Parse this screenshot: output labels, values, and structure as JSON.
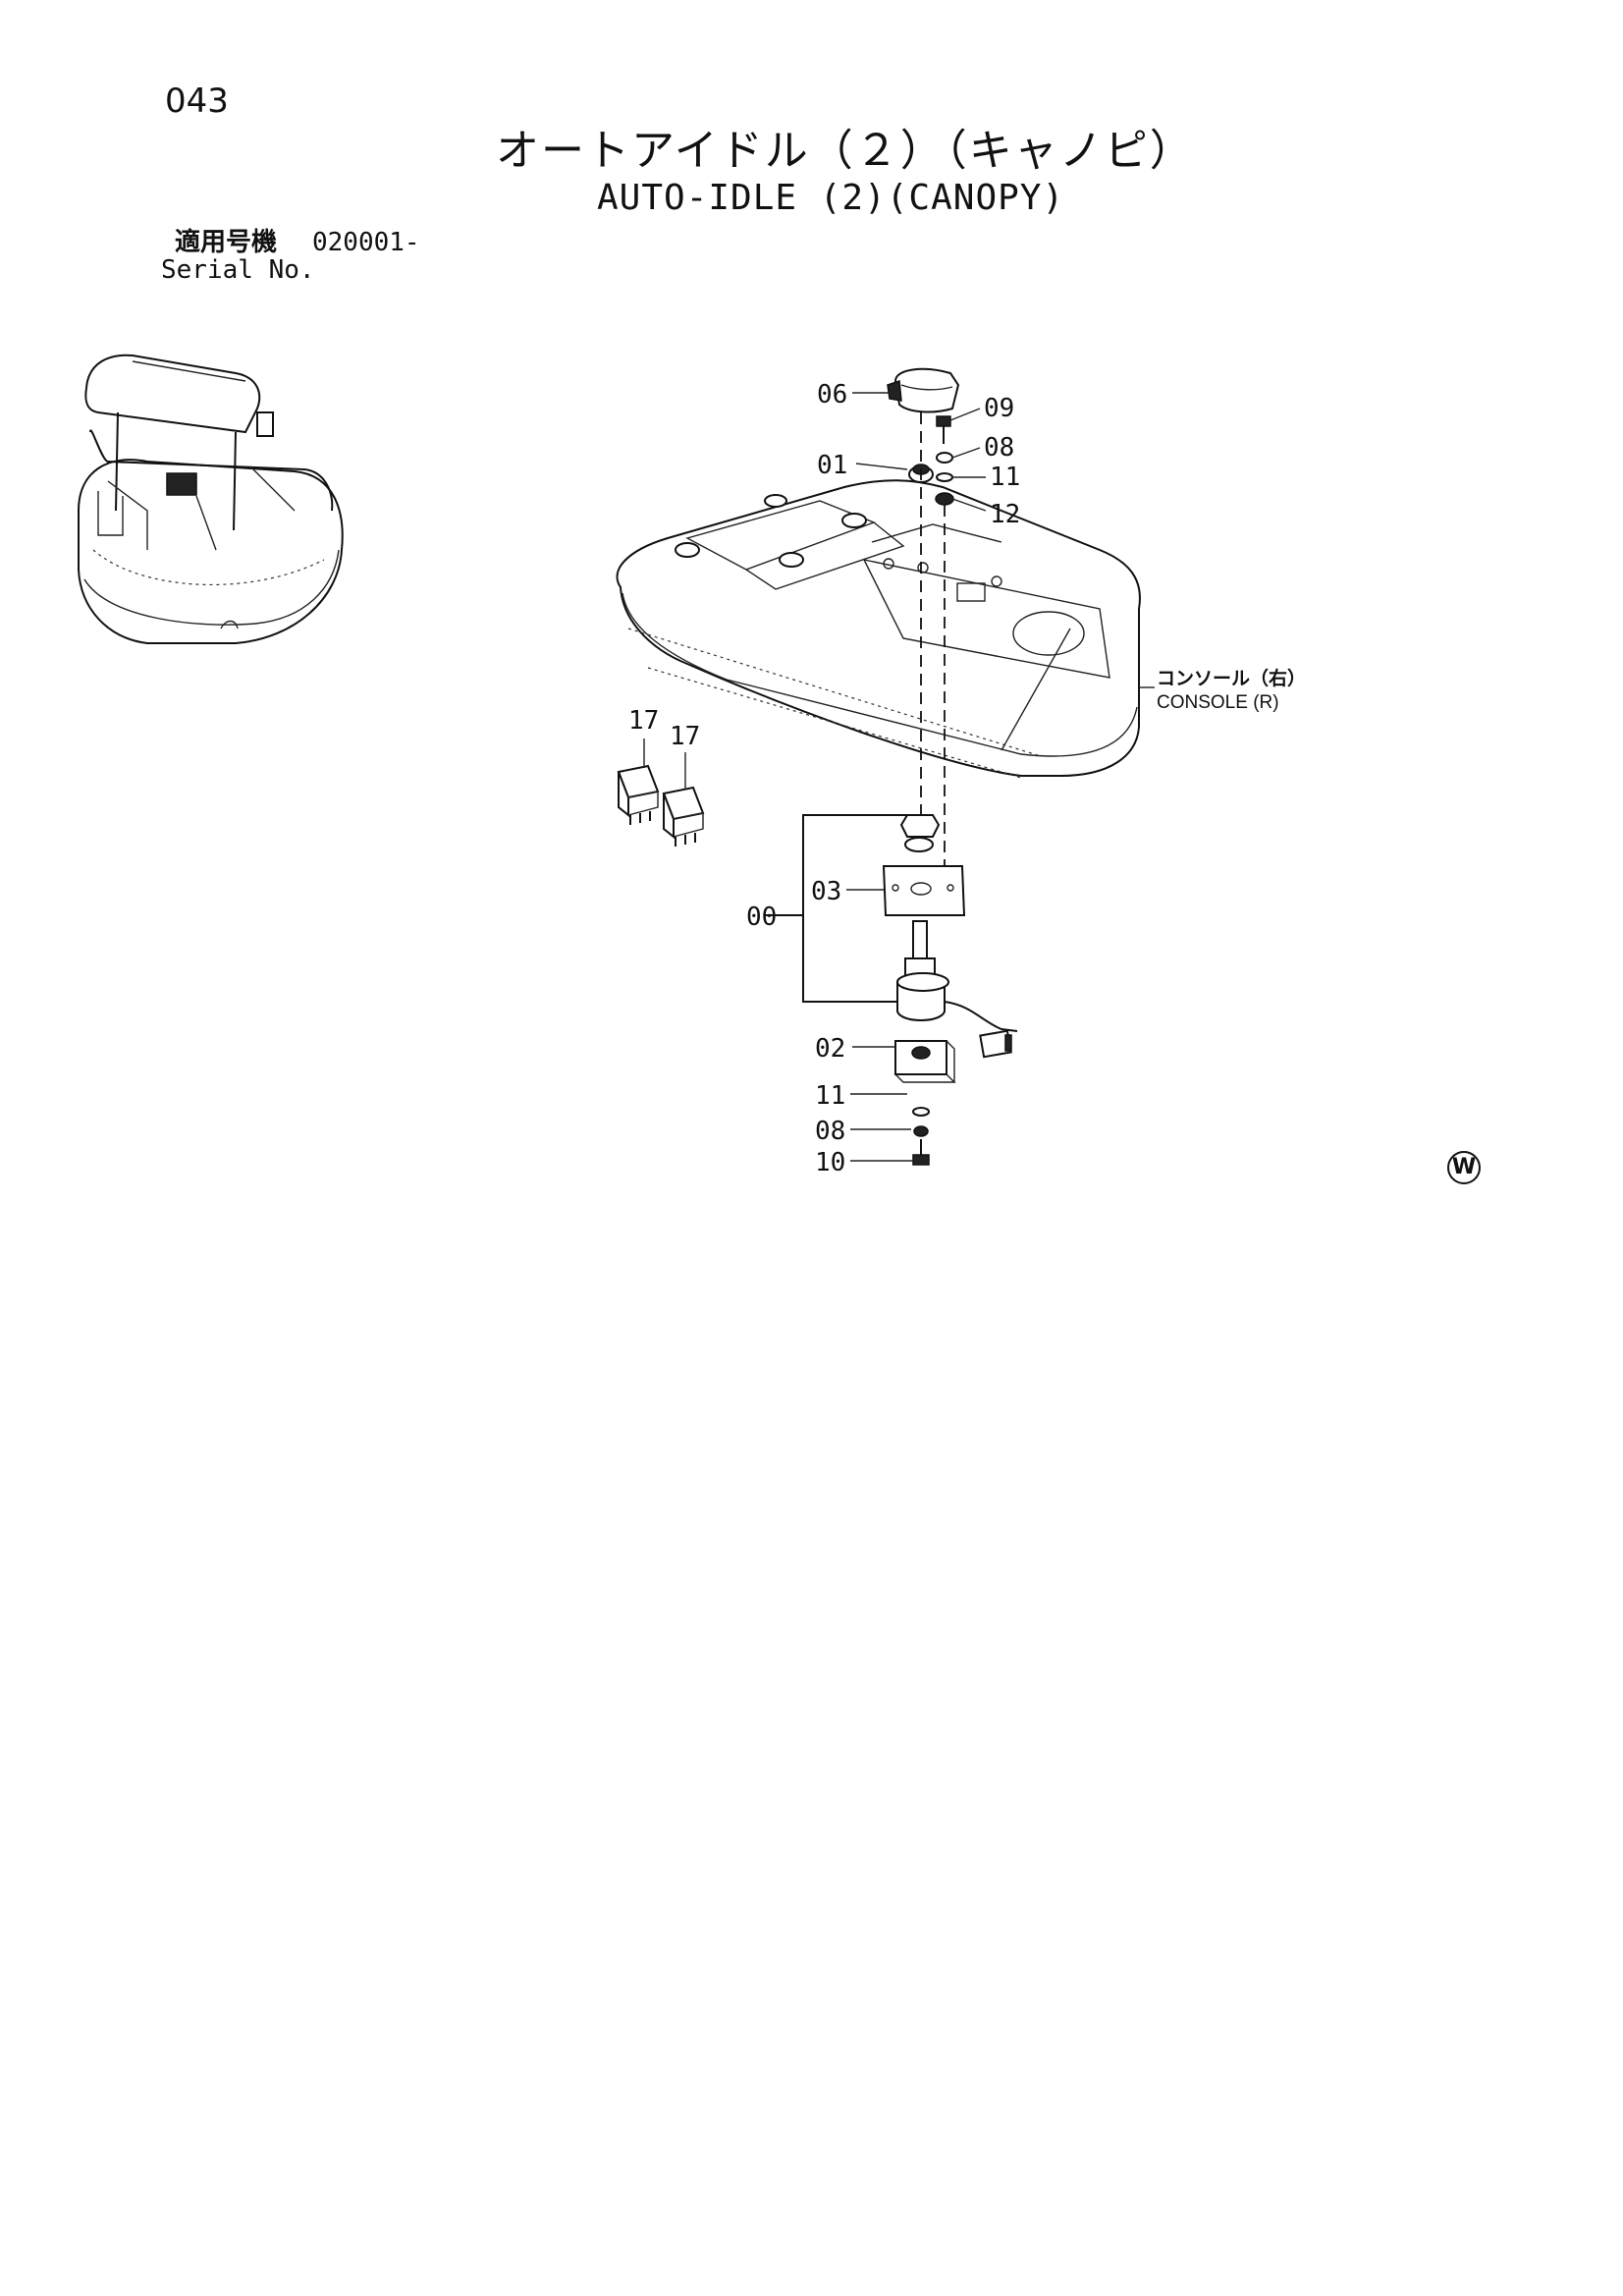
{
  "header": {
    "page_number": "043",
    "title_jp": "オートアイドル（２）（キャノピ）",
    "title_en": "AUTO-IDLE (2)(CANOPY)"
  },
  "serial": {
    "label_jp": "適用号機",
    "value": "020001-",
    "label_en": "Serial No."
  },
  "console_label": {
    "jp": "コンソール（右）",
    "en": "CONSOLE (R)"
  },
  "mark": "W",
  "callouts": [
    "06",
    "09",
    "08",
    "01",
    "11",
    "12",
    "17",
    "17",
    "03",
    "00",
    "02",
    "11",
    "08",
    "10"
  ]
}
